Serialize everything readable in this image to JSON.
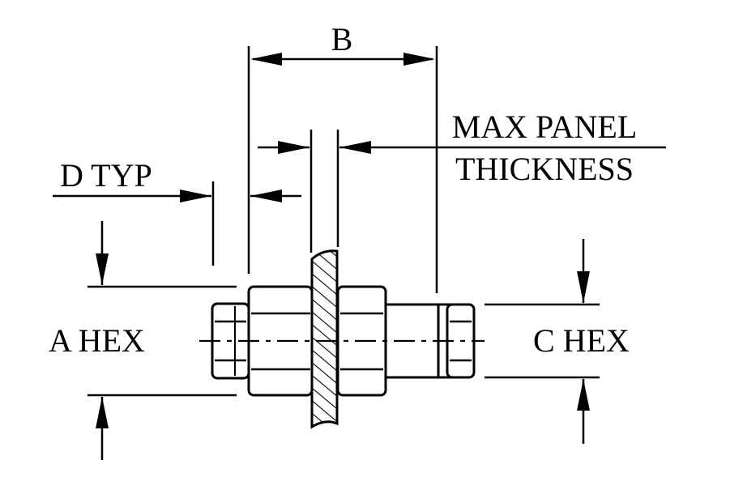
{
  "labels": {
    "b": "B",
    "max_panel_line1": "MAX PANEL",
    "max_panel_line2": "THICKNESS",
    "d_typ": "D TYP",
    "a_hex": "A HEX",
    "c_hex": "C HEX"
  },
  "colors": {
    "ink": "#000000",
    "background": "#ffffff"
  }
}
